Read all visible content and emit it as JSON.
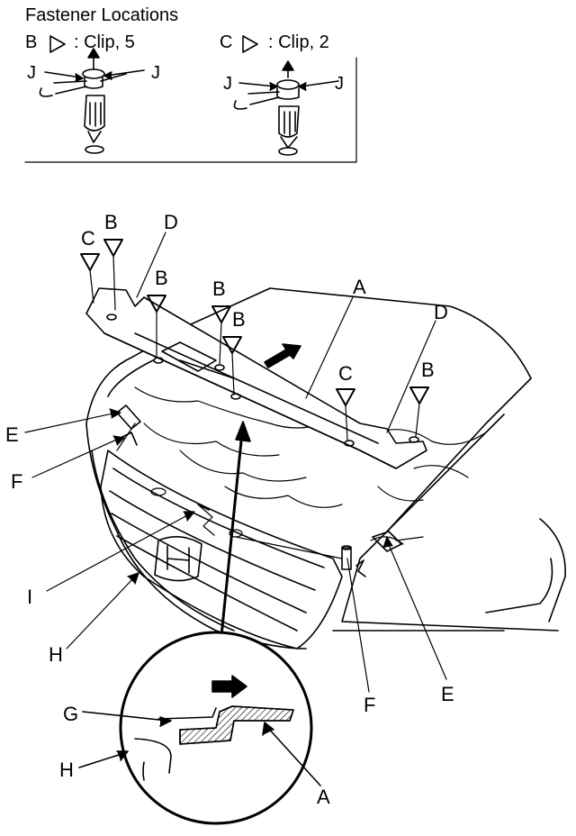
{
  "header": {
    "title": "Fastener Locations"
  },
  "legend": {
    "b": {
      "letter": "B",
      "text": ": Clip, 5"
    },
    "c": {
      "letter": "C",
      "text": ": Clip, 2"
    },
    "j_mark": "J"
  },
  "callouts": {
    "A": "A",
    "B": "B",
    "C": "C",
    "D": "D",
    "E": "E",
    "F": "F",
    "G": "G",
    "H": "H",
    "I": "I"
  }
}
